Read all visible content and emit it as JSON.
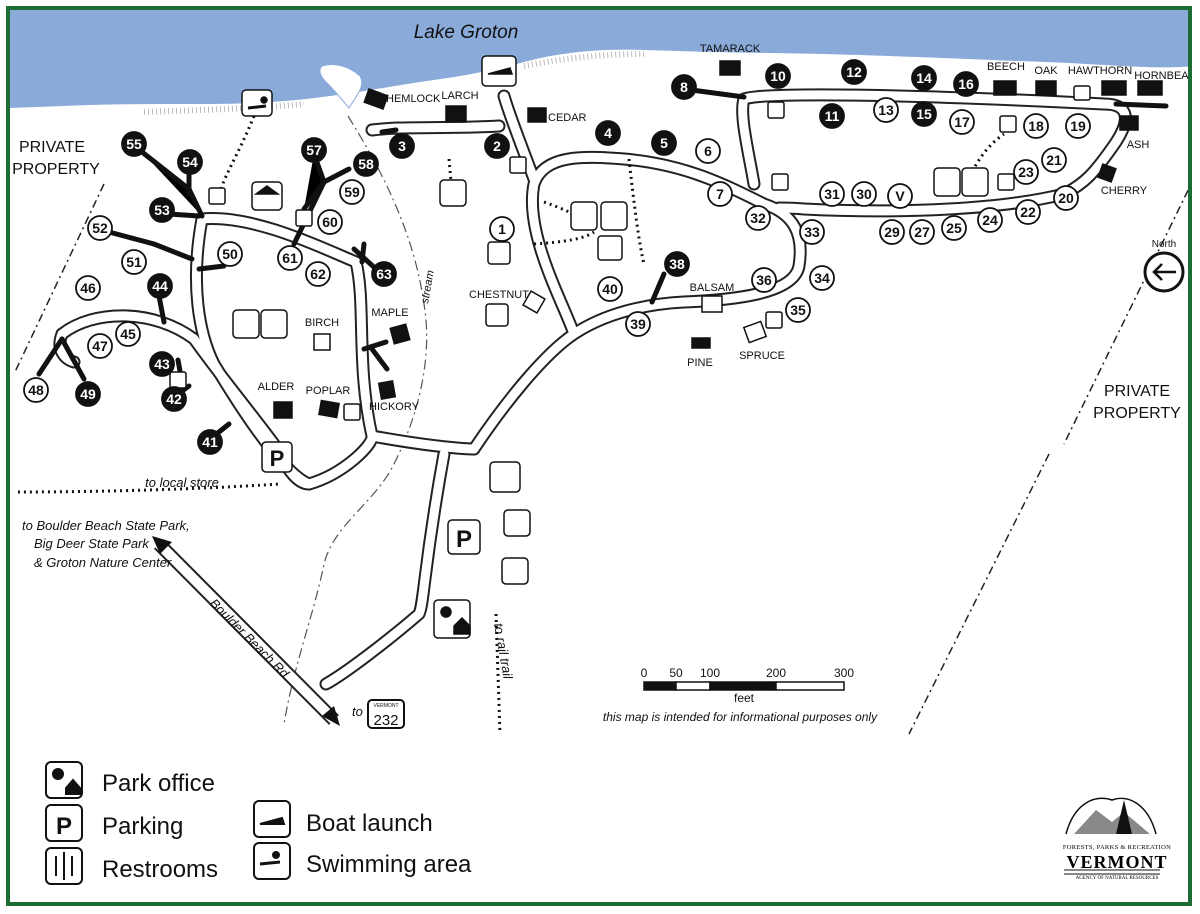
{
  "map": {
    "water_label": "Lake Groton",
    "private_left": [
      "PRIVATE",
      "PROPERTY"
    ],
    "private_right": [
      "PRIVATE",
      "PROPERTY"
    ],
    "stream_label": "stream",
    "north_label": "North",
    "notes": {
      "to_local_store": "to local store",
      "to_parks": [
        "to Boulder Beach State Park,",
        "Big Deer State Park",
        "& Groton Nature Center"
      ],
      "road": "Boulder Beach Rd",
      "to": "to",
      "route_small": "VERMONT",
      "route_num": "232",
      "rail": "to rail trail",
      "disclaimer": "this map is intended for informational purposes only"
    },
    "scale": {
      "ticks": [
        "0",
        "50",
        "100",
        "200",
        "300"
      ],
      "unit": "feet"
    },
    "lean_tos": [
      "TAMARACK",
      "BEECH",
      "OAK",
      "HAWTHORN",
      "HORNBEAM",
      "ASH",
      "CHERRY",
      "CEDAR",
      "HEMLOCK",
      "LARCH",
      "CHESTNUT",
      "BALSAM",
      "PINE",
      "SPRUCE",
      "BIRCH",
      "MAPLE",
      "ALDER",
      "POPLAR",
      "HICKORY"
    ],
    "sites_dark": [
      "2",
      "3",
      "4",
      "5",
      "8",
      "10",
      "11",
      "12",
      "14",
      "15",
      "16",
      "38",
      "41",
      "42",
      "43",
      "44",
      "49",
      "53",
      "54",
      "55",
      "57",
      "58",
      "63"
    ],
    "sites_light": [
      "1",
      "6",
      "7",
      "13",
      "17",
      "18",
      "19",
      "20",
      "21",
      "22",
      "23",
      "24",
      "25",
      "27",
      "29",
      "30",
      "31",
      "32",
      "33",
      "34",
      "35",
      "36",
      "39",
      "40",
      "45",
      "46",
      "47",
      "48",
      "50",
      "51",
      "52",
      "59",
      "60",
      "61",
      "62",
      "V"
    ]
  },
  "legend": {
    "park_office": "Park office",
    "parking": "Parking",
    "restrooms": "Restrooms",
    "boat_launch": "Boat launch",
    "swimming_area": "Swimming area",
    "parking_symbol": "P"
  },
  "logo": {
    "line1": "FORESTS, PARKS & RECREATION",
    "line2": "VERMONT",
    "line3": "AGENCY OF NATURAL RESOURCES"
  },
  "colors": {
    "lake": "#8aaad9",
    "border": "#1e6b33",
    "road": "#222222"
  }
}
